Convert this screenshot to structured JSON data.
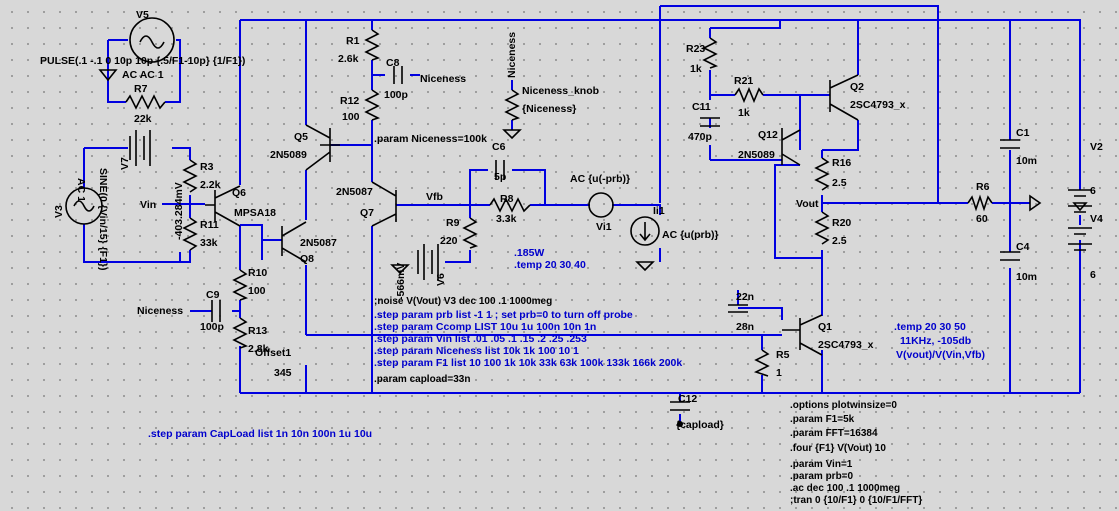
{
  "components": {
    "v5": {
      "name": "V5",
      "value": "PULSE(.1 -.1 0 10p 10p {.5/F1-10p} {1/F1})",
      "ac": "AC AC 1"
    },
    "r7": {
      "name": "R7",
      "value": "22k"
    },
    "v7": {
      "name": "V7",
      "value": "-403.284mV"
    },
    "v3": {
      "name": "V3",
      "value1": "AC 1",
      "value2": "SINE(0 {Vin/15} {F1})"
    },
    "r3": {
      "name": "R3",
      "value": "2.2k"
    },
    "r11": {
      "name": "R11",
      "value": "33k"
    },
    "q6": {
      "name": "Q6",
      "model": "MPSA18"
    },
    "vin": {
      "label": "Vin"
    },
    "r1": {
      "name": "R1",
      "value": "2.6k"
    },
    "c8": {
      "name": "C8",
      "value": "100p"
    },
    "r12": {
      "name": "R12",
      "value": "100"
    },
    "q5": {
      "name": "Q5",
      "model": "2N5089"
    },
    "q7": {
      "name": "Q7",
      "model": "2N5087"
    },
    "q8": {
      "name": "Q8",
      "model": "2N5087"
    },
    "r10": {
      "name": "R10",
      "value": "100"
    },
    "c9": {
      "name": "C9",
      "value": "100p"
    },
    "r13": {
      "name": "R13",
      "value": "2.8k"
    },
    "offset": {
      "name": "Offset1",
      "value": "345"
    },
    "niceness": {
      "label": "Niceness",
      "knob": "Niceness_knob",
      "knob_value": "{Niceness}"
    },
    "param_niceness": ".param Niceness=100k",
    "c6": {
      "name": "C6",
      "value": "5p"
    },
    "r8": {
      "name": "R8",
      "value": "3.3k"
    },
    "vfb": {
      "label": "Vfb"
    },
    "r9": {
      "name": "R9",
      "value": "220"
    },
    "v6": {
      "name": "V6",
      "value": "-566mV"
    },
    "vi1": {
      "name": "Vi1",
      "value": "AC {u(-prb)}"
    },
    "ii1": {
      "name": "Ii1",
      "value": "AC {u(prb)}"
    },
    "r23": {
      "name": "R23",
      "value": "1k"
    },
    "r21": {
      "name": "R21",
      "value": "1k"
    },
    "c11": {
      "name": "C11",
      "value": "470p"
    },
    "q12": {
      "name": "Q12",
      "model": "2N5089"
    },
    "q2": {
      "name": "Q2",
      "model": "2SC4793_x"
    },
    "r16": {
      "name": "R16",
      "value": "2.5"
    },
    "r20": {
      "name": "R20",
      "value": "2.5"
    },
    "vout": {
      "label": "Vout"
    },
    "r6": {
      "name": "R6",
      "value": "60"
    },
    "c1": {
      "name": "C1",
      "value": "10m"
    },
    "c4": {
      "name": "C4",
      "value": "10m"
    },
    "v2": {
      "name": "V2",
      "value": "6"
    },
    "v4": {
      "name": "V4",
      "value": "6"
    },
    "c22": {
      "value1": "22n",
      "value2": "28n"
    },
    "q1": {
      "name": "Q1",
      "model": "2SC4793_x"
    },
    "r5": {
      "name": "R5",
      "value": "1"
    },
    "c12": {
      "name": "C12",
      "value": "{capload}"
    }
  },
  "directives": {
    "d185w": ".185W",
    "temp1": ".temp 20 30 40",
    "noise": ";noise V(Vout) V3 dec 100 .1 1000meg",
    "step_prb": ".step param prb list -1 1 ; set prb=0 to turn off probe",
    "step_ccomp": ".step param Ccomp LIST 10u 1u 100n 10n 1n",
    "step_vin": ".step param Vin list .01 .05 .1 .15 .2 .25 .253",
    "step_niceness": ".step param Niceness list 10k 1k 100 10 1",
    "step_f1": ".step param F1 list 10 100 1k 10k 33k 63k 100k 133k 166k 200k",
    "param_capload": ".param capload=33n",
    "step_capload": ".step param CapLoad list 1n 10n 100n 1u 10u",
    "temp2": ".temp 20 30 50",
    "meas": "11KHz, -105db",
    "transfer": "V(vout)/V(Vin,Vfb)",
    "sim": [
      ".options plotwinsize=0",
      ".param F1=5k",
      ".param FFT=16384",
      ".four {F1} V(Vout) 10",
      ".param Vin=1",
      ".param prb=0",
      ".ac dec 100 .1 1000meg",
      ";tran 0 {10/F1} 0 {10/F1/FFT}"
    ]
  }
}
